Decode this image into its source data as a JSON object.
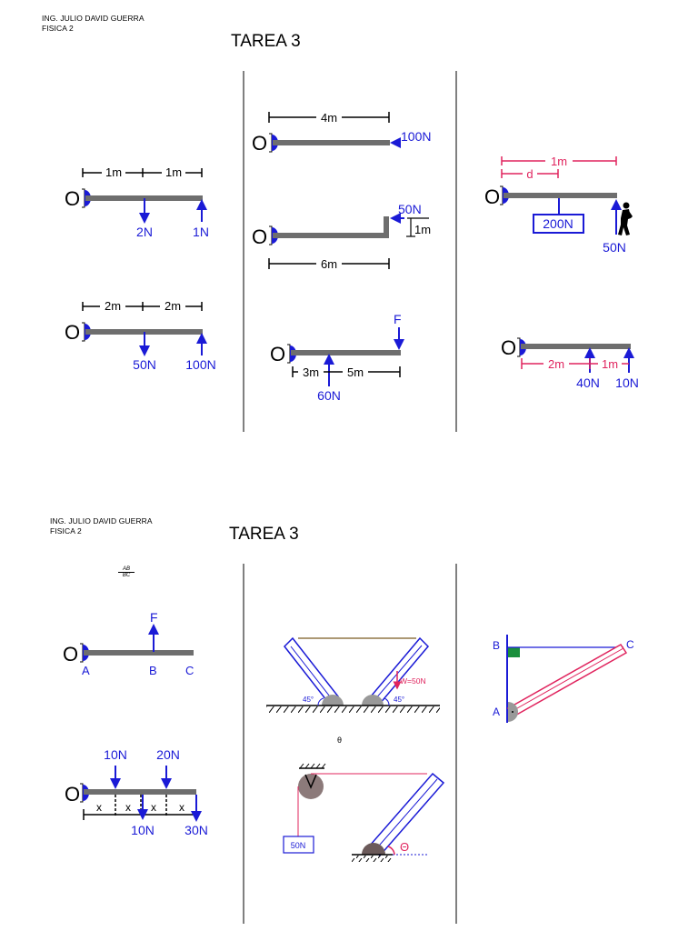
{
  "pages": [
    {
      "author": "ING. JULIO DAVID GUERRA",
      "course": "FISICA 2",
      "title": "TAREA 3"
    },
    {
      "author": "ING. JULIO DAVID GUERRA",
      "course": "FISICA 2",
      "title": "TAREA 3"
    }
  ],
  "fraction": {
    "num": "AB",
    "den": "BC"
  },
  "pivot_label": "O",
  "top_problems": {
    "p1": {
      "d1": "1m",
      "d2": "1m",
      "f1": "2N",
      "f2": "1N"
    },
    "p2": {
      "d1": "2m",
      "d2": "2m",
      "f1": "50N",
      "f2": "100N"
    },
    "p3": {
      "d1": "4m",
      "f1": "100N"
    },
    "p4": {
      "f1": "50N",
      "h": "1m",
      "d1": "6m"
    },
    "p5": {
      "f": "F",
      "d1": "3m",
      "d2": "5m",
      "f1": "60N"
    },
    "p6": {
      "d_total": "1m",
      "d": "d",
      "box": "200N",
      "f": "50N"
    },
    "p7": {
      "d1": "2m",
      "d2": "1m",
      "f1": "40N",
      "f2": "10N"
    }
  },
  "bottom_problems": {
    "p8": {
      "f": "F",
      "a": "A",
      "b": "B",
      "c": "C"
    },
    "p9": {
      "f1": "10N",
      "f2": "20N",
      "f3": "10N",
      "f4": "30N",
      "x": "x"
    },
    "p10": {
      "angle1": "45°",
      "angle2": "45°",
      "w": "W=50N"
    },
    "theta": "θ",
    "p11": {
      "box": "50N",
      "theta": "Θ"
    },
    "p12": {
      "b": "B",
      "c": "C",
      "a": "A"
    }
  },
  "colors": {
    "blue": "#1a1ad6",
    "pink": "#e0245e",
    "gray": "#6e6e6e",
    "green": "#1a8f3c"
  }
}
